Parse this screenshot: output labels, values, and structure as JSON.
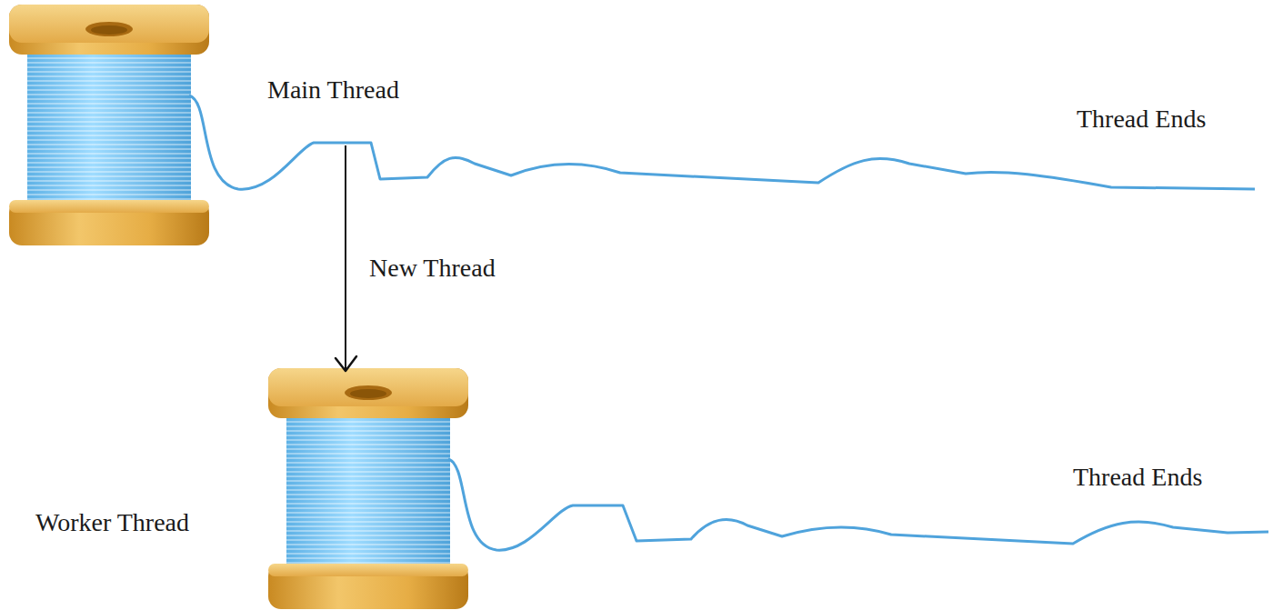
{
  "diagram": {
    "nodes": [
      {
        "text": [
          "Main Thread"
        ]
      },
      {
        "text": [
          "Worker Thread"
        ]
      }
    ],
    "edges": [
      {
        "from": 0,
        "to": 1,
        "label": "New Thread",
        "arrow": "to"
      }
    ],
    "labels": [
      "Thread Ends",
      "Thread Ends"
    ]
  }
}
